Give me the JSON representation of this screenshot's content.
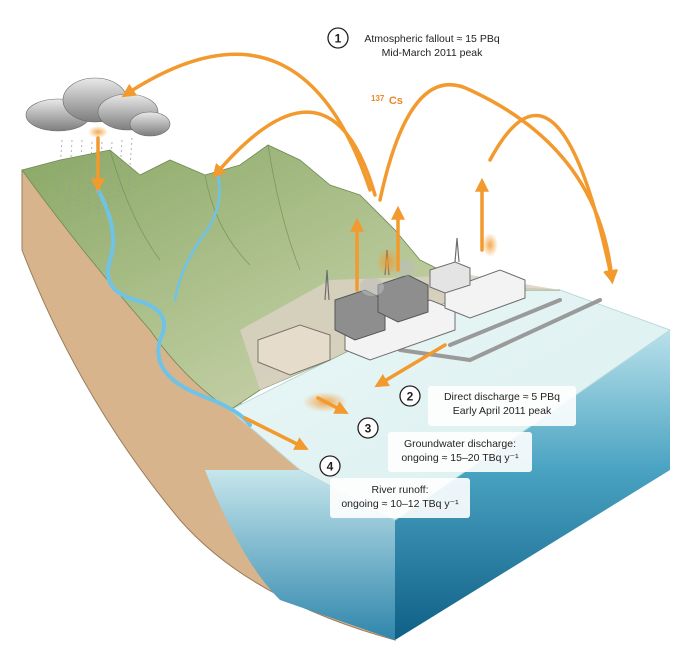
{
  "isotope": {
    "mass_number": "137",
    "symbol": "Cs"
  },
  "pathways": [
    {
      "number": "1",
      "line1": "Atmospheric fallout ≈ 15 PBq",
      "line2": "Mid-March 2011 peak"
    },
    {
      "number": "2",
      "line1": "Direct discharge ≈ 5 PBq",
      "line2": "Early April 2011 peak"
    },
    {
      "number": "3",
      "line1": "Groundwater discharge:",
      "line2": "ongoing ≈ 15–20 TBq y⁻¹"
    },
    {
      "number": "4",
      "line1": "River runoff:",
      "line2": "ongoing ≈ 10–12 TBq y⁻¹"
    }
  ],
  "colors": {
    "arrow": "#f29a2e",
    "land": "#a9c08a",
    "soil": "#d8b48c",
    "ocean_top": "#e2f2f2",
    "ocean_side": "#1f7fa4",
    "river": "#6fc3e6"
  }
}
